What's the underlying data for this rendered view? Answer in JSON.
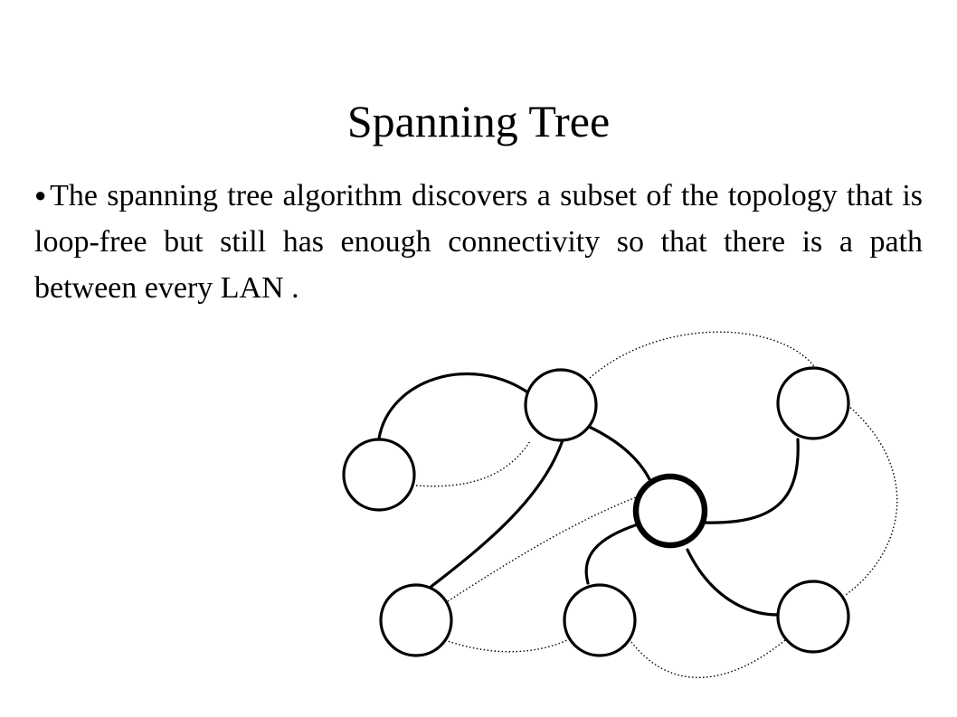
{
  "slide": {
    "title": "Spanning Tree",
    "bullet_marker": "●",
    "bullet_text": "The spanning tree algorithm discovers a subset of the topology that is loop-free but still has enough connectivity so that there is a path between every LAN ."
  },
  "diagram": {
    "nodes": [
      {
        "id": "n1",
        "role": "lan"
      },
      {
        "id": "n2",
        "role": "lan"
      },
      {
        "id": "n3",
        "role": "lan"
      },
      {
        "id": "n4",
        "role": "root"
      },
      {
        "id": "n5",
        "role": "lan"
      },
      {
        "id": "n6",
        "role": "lan"
      },
      {
        "id": "n7",
        "role": "lan"
      }
    ],
    "tree_edges": [
      [
        "n1",
        "n2"
      ],
      [
        "n2",
        "n4"
      ],
      [
        "n2",
        "n5"
      ],
      [
        "n3",
        "n4"
      ],
      [
        "n4",
        "n6"
      ],
      [
        "n4",
        "n7"
      ]
    ],
    "pruned_edges": [
      [
        "n1",
        "n2"
      ],
      [
        "n2",
        "n3"
      ],
      [
        "n3",
        "n7"
      ],
      [
        "n5",
        "n4"
      ],
      [
        "n5",
        "n6"
      ],
      [
        "n6",
        "n7"
      ]
    ]
  }
}
